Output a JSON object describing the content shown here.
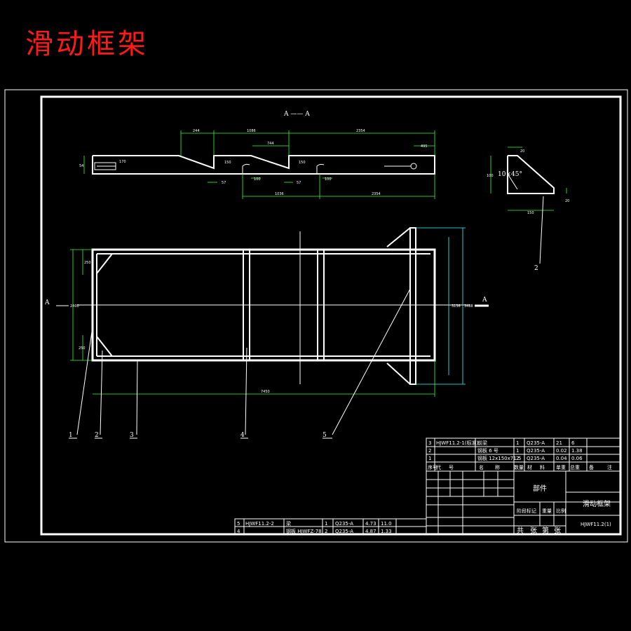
{
  "title": "滑动框架",
  "section": {
    "label": "A —— A",
    "left_marker": "A",
    "right_marker": "A"
  },
  "top_dims": {
    "d1": "244",
    "d2": "1086",
    "d3": "2354",
    "d4": "744",
    "d5": "495",
    "h1": "170",
    "h2": "54",
    "h3": "57",
    "h4": "57",
    "b1": "1036",
    "b2": "2354",
    "s1": "100",
    "s2": "100",
    "v1": "150",
    "v2": "150"
  },
  "detail": {
    "angle": "10×45°",
    "d_top": "20",
    "d_left": "100",
    "d_bot": "150",
    "d_right": "20"
  },
  "main_dims": {
    "total": "7450",
    "left_h": "2400",
    "right_h1": "3136",
    "right_h2": "3488",
    "l1": "250",
    "l2": "250"
  },
  "callouts": [
    "1",
    "2",
    "3",
    "4",
    "5",
    "2"
  ],
  "parts_table": [
    {
      "no": "3",
      "code": "HJWF11.2-1(标准)",
      "name": "前梁",
      "qty": "1",
      "mat": "Q235-A",
      "w": "21",
      "tw": "6"
    },
    {
      "no": "2",
      "code": "",
      "name": "钢板 6 号",
      "qty": "1",
      "mat": "Q235-A",
      "w": "0.02",
      "tw": "1.38"
    },
    {
      "no": "1",
      "code": "",
      "name": "钢板 12x150x71.5",
      "qty": "2",
      "mat": "Q235-A",
      "w": "0.04",
      "tw": "0.06"
    }
  ],
  "parts_table2": [
    {
      "no": "5",
      "code": "HJWF11.2-2",
      "name": "梁",
      "qty": "1",
      "mat": "Q235-A",
      "w": "4.73",
      "tw": "11.0"
    },
    {
      "no": "4",
      "code": "",
      "name": "钢板 HJWFZ-78",
      "qty": "2",
      "mat": "Q235-A",
      "w": "4.87",
      "tw": "1.33"
    }
  ],
  "header_row": [
    "序号",
    "代",
    "号",
    "名",
    "称",
    "数量",
    "材",
    "料",
    "单重",
    "总重",
    "备",
    "注"
  ],
  "title_block": {
    "part_type": "部件",
    "name": "滑动框架",
    "drawing_no": "HJWF11.2(1)",
    "scale_label": "比例",
    "total": "共",
    "sheets": "张",
    "sheet": "第",
    "page": "张",
    "stage": "阶段标记",
    "weight": "重量"
  }
}
